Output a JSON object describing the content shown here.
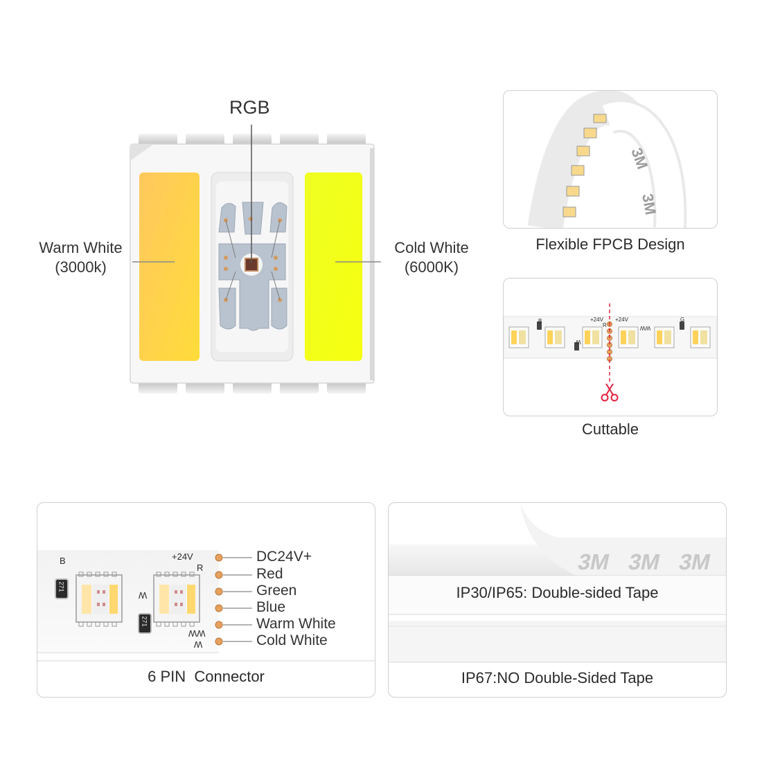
{
  "chip": {
    "top_label": "RGB",
    "left_label_line1": "Warm White",
    "left_label_line2": "(3000k)",
    "right_label_line1": "Cold White",
    "right_label_line2": "(6000K)"
  },
  "panels": {
    "flexible": {
      "caption": "Flexible FPCB Design",
      "tape_text": "3M"
    },
    "cuttable": {
      "caption": "Cuttable",
      "marks": {
        "b": "B",
        "w": "W",
        "plus": "+24V",
        "r": "R",
        "plus2": "+24V",
        "ww": "WW",
        "g": "G"
      }
    },
    "connector": {
      "caption": "6 PIN  Connector",
      "silk": {
        "b": "B",
        "plus": "+24V",
        "r": "R",
        "w": "W",
        "ww": "WW",
        "w2": "W",
        "res1": "271",
        "res2": "271"
      },
      "pins": [
        "DC24V+",
        "Red",
        "Green",
        "Blue",
        "Warm White",
        "Cold White"
      ]
    },
    "tape": {
      "caption_top": "IP30/IP65: Double-sided Tape",
      "caption_bottom": "IP67:NO Double-Sided Tape",
      "tape_text": "3M"
    }
  },
  "colors": {
    "warm": "#FFD45A",
    "cold": "#F3FF1A",
    "pad": "#E7A15E",
    "cut_line": "#E0203C",
    "border": "#cfcfcf"
  }
}
